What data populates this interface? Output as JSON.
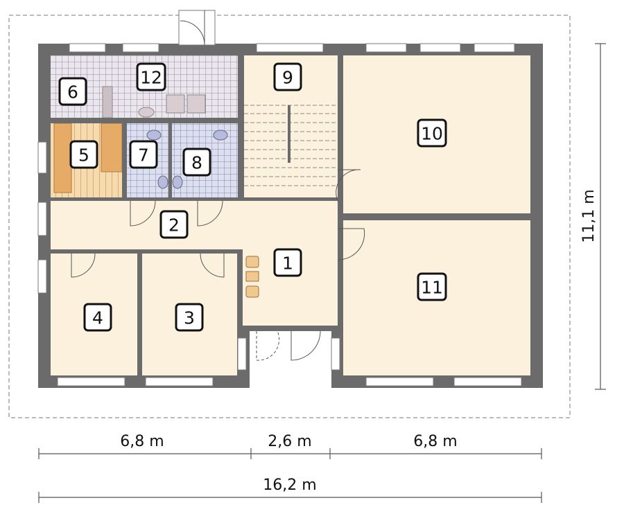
{
  "rooms": [
    {
      "id": "1"
    },
    {
      "id": "2"
    },
    {
      "id": "3"
    },
    {
      "id": "4"
    },
    {
      "id": "5"
    },
    {
      "id": "6"
    },
    {
      "id": "7"
    },
    {
      "id": "8"
    },
    {
      "id": "9"
    },
    {
      "id": "10"
    },
    {
      "id": "11"
    },
    {
      "id": "12"
    }
  ],
  "dimensions": {
    "left": "6,8 m",
    "middle": "2,6 m",
    "right": "6,8 m",
    "total_width": "16,2 m",
    "total_depth": "11,1 m"
  },
  "colors": {
    "wall": "#6b6b6b",
    "floor": "#fbf1dc",
    "tile_kitchen": "#e6e1e8",
    "tile_bath": "#d8dbeb",
    "wood": "#f1c98e"
  }
}
